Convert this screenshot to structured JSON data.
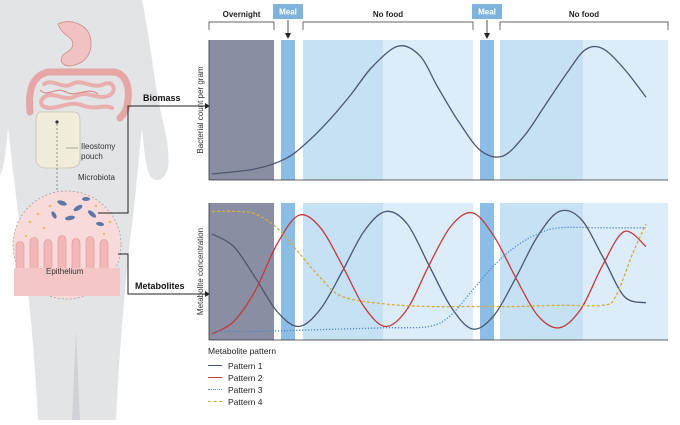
{
  "figure": {
    "labels": {
      "ileostomy": "Ileostomy",
      "pouch": "pouch",
      "microbiota": "Microbiota",
      "epithelium": "Epithelium",
      "biomass": "Biomass",
      "metabolites": "Metabolites"
    },
    "top_band": {
      "overnight": "Overnight",
      "meal_1": "Meal",
      "no_food_1": "No food",
      "meal_2": "Meal",
      "no_food_2": "No food"
    },
    "colors": {
      "overnight": "#8a8ea3",
      "meal": "#8cbde6",
      "nofood_light": "#dcecf8",
      "nofood_mid": "#c6e0f4",
      "meal_tag": "#7fb3dc",
      "body": "#e3e4e6",
      "gut": "#f0c2c2",
      "gut_edge": "#d18a8a",
      "pouch": "#f1eddc",
      "zoom_circle": "#f8dada"
    }
  },
  "chart_data": [
    {
      "type": "line",
      "ylabel": "Bacterial count per gram",
      "series": [
        {
          "name": "",
          "color": "#4b5670",
          "style": "solid",
          "x": [
            0,
            0.1,
            0.17,
            0.22,
            0.27,
            0.32,
            0.37,
            0.43,
            0.48,
            0.52,
            0.57,
            0.62,
            0.67,
            0.72,
            0.77,
            0.82,
            0.86,
            0.9,
            0.95,
            1.0
          ],
          "y": [
            0.0,
            0.04,
            0.12,
            0.25,
            0.42,
            0.62,
            0.84,
            1.0,
            0.92,
            0.68,
            0.4,
            0.18,
            0.14,
            0.3,
            0.55,
            0.8,
            0.97,
            0.98,
            0.82,
            0.6
          ]
        }
      ]
    },
    {
      "type": "line",
      "ylabel": "Metabolite concentration",
      "series": [
        {
          "name": "Pattern 1",
          "color": "#4b5670",
          "style": "solid",
          "x": [
            0,
            0.05,
            0.1,
            0.15,
            0.2,
            0.25,
            0.3,
            0.35,
            0.4,
            0.45,
            0.5,
            0.55,
            0.6,
            0.65,
            0.7,
            0.75,
            0.8,
            0.85,
            0.9,
            0.95,
            1.0
          ],
          "y": [
            0.8,
            0.7,
            0.45,
            0.18,
            0.06,
            0.2,
            0.5,
            0.82,
            0.98,
            0.88,
            0.55,
            0.22,
            0.04,
            0.15,
            0.45,
            0.78,
            0.98,
            0.92,
            0.62,
            0.3,
            0.25
          ]
        },
        {
          "name": "Pattern 2",
          "color": "#c33a3a",
          "style": "solid",
          "x": [
            0,
            0.05,
            0.1,
            0.15,
            0.2,
            0.25,
            0.3,
            0.35,
            0.4,
            0.45,
            0.5,
            0.55,
            0.6,
            0.65,
            0.7,
            0.75,
            0.8,
            0.85,
            0.9,
            0.95,
            1.0
          ],
          "y": [
            0.0,
            0.1,
            0.35,
            0.72,
            0.95,
            0.85,
            0.55,
            0.22,
            0.06,
            0.2,
            0.55,
            0.86,
            0.97,
            0.78,
            0.45,
            0.15,
            0.05,
            0.2,
            0.55,
            0.82,
            0.7
          ]
        },
        {
          "name": "Pattern 3",
          "color": "#4a88c8",
          "style": "dotted",
          "x": [
            0,
            0.1,
            0.2,
            0.3,
            0.4,
            0.5,
            0.55,
            0.6,
            0.65,
            0.7,
            0.75,
            0.8,
            0.9,
            1.0
          ],
          "y": [
            0.02,
            0.02,
            0.03,
            0.04,
            0.05,
            0.06,
            0.15,
            0.35,
            0.55,
            0.7,
            0.8,
            0.85,
            0.85,
            0.85
          ]
        },
        {
          "name": "Pattern 4",
          "color": "#d4ad3a",
          "style": "dashed",
          "x": [
            0,
            0.06,
            0.1,
            0.15,
            0.2,
            0.25,
            0.3,
            0.4,
            0.5,
            0.6,
            0.7,
            0.8,
            0.9,
            0.93,
            0.97,
            1.0
          ],
          "y": [
            0.98,
            0.98,
            0.96,
            0.85,
            0.65,
            0.45,
            0.3,
            0.24,
            0.22,
            0.22,
            0.22,
            0.23,
            0.23,
            0.3,
            0.65,
            0.88
          ]
        }
      ]
    }
  ],
  "legend": {
    "title": "Metabolite pattern",
    "items": [
      {
        "label": "Pattern 1",
        "color": "#4b5670",
        "style": "solid"
      },
      {
        "label": "Pattern 2",
        "color": "#c33a3a",
        "style": "solid"
      },
      {
        "label": "Pattern 3",
        "color": "#4a88c8",
        "style": "dotted"
      },
      {
        "label": "Pattern 4",
        "color": "#d4ad3a",
        "style": "dashed"
      }
    ]
  }
}
